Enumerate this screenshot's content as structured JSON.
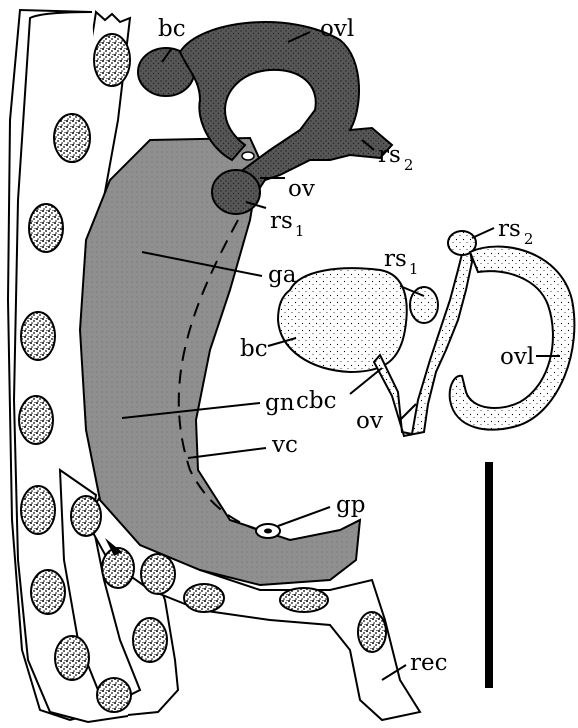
{
  "labels": {
    "bc_main": "bc",
    "ovl_main": "ovl",
    "rs2_main": "rs",
    "rs2_main_sub": "2",
    "ov_main": "ov",
    "rs1_main": "rs",
    "rs1_main_sub": "1",
    "ga": "ga",
    "gn": "gn",
    "vc": "vc",
    "gp": "gp",
    "rec": "rec",
    "rs1_inset": "rs",
    "rs1_inset_sub": "1",
    "rs2_inset": "rs",
    "rs2_inset_sub": "2",
    "bc_inset": "bc",
    "ovl_inset": "ovl",
    "cbc_inset": "cbc",
    "ov_inset": "ov"
  },
  "colors": {
    "gland_fill": "#8c8c8c",
    "dark_organ_fill": "#555555",
    "outline": "#000000"
  }
}
